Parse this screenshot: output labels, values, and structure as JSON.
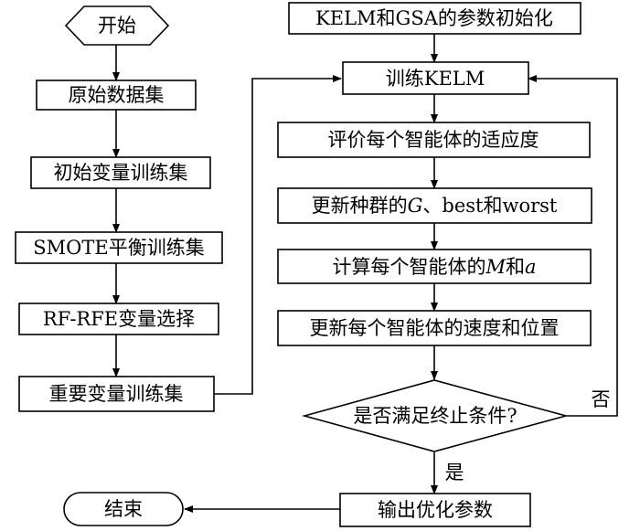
{
  "flowchart": {
    "left_column": {
      "start": "开始",
      "raw_dataset": "原始数据集",
      "initial_training_set": "初始变量训练集",
      "smote_balanced_set": "SMOTE平衡训练集",
      "rf_rfe_selection": "RF-RFE变量选择",
      "important_training_set": "重要变量训练集",
      "end": "结束"
    },
    "right_column": {
      "init_params": "KELM和GSA的参数初始化",
      "train_kelm": "训练KELM",
      "evaluate_fitness": "评价每个智能体的适应度",
      "update_population": {
        "prefix": "更新种群的",
        "G": "G",
        "suffix": "、best和worst"
      },
      "compute_m_a": {
        "prefix": "计算每个智能体的",
        "M": "M",
        "conj": "和",
        "a": "a"
      },
      "update_velocity_position": "更新每个智能体的速度和位置",
      "termination_check": "是否满足终止条件?",
      "output_params": "输出优化参数"
    },
    "edge_labels": {
      "no": "否",
      "yes": "是"
    }
  }
}
